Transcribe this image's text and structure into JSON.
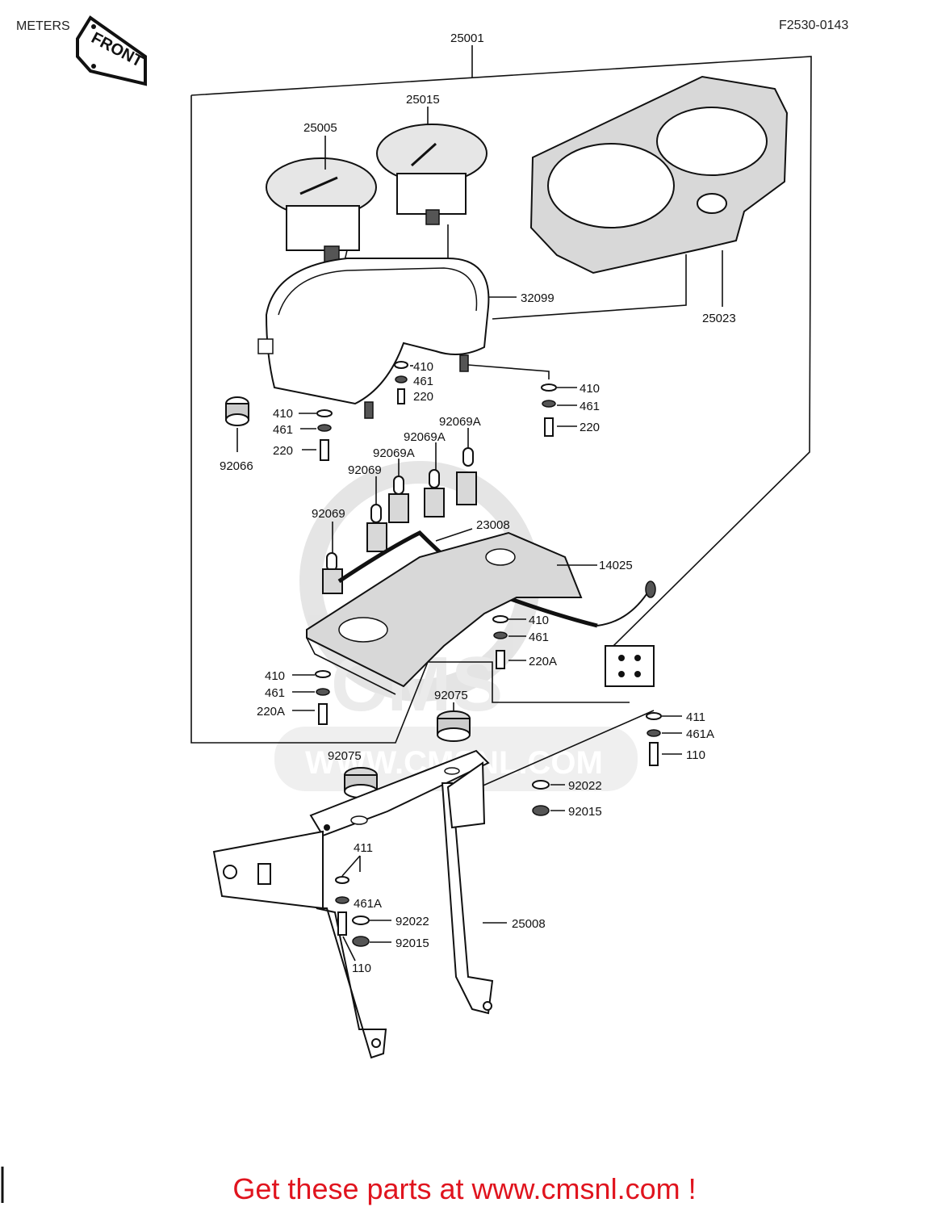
{
  "header": {
    "title": "METERS",
    "code": "F2530-0143"
  },
  "front_label": "FRONT",
  "parts": [
    "25001",
    "25015",
    "25005",
    "32099",
    "25023",
    "410",
    "461",
    "220",
    "410",
    "461",
    "220",
    "410",
    "461",
    "220",
    "92066",
    "92069A",
    "92069A",
    "92069A",
    "92069",
    "92069",
    "23008",
    "14025",
    "410",
    "461",
    "220A",
    "410",
    "461",
    "220A",
    "92075",
    "411",
    "461A",
    "110",
    "92075",
    "92022",
    "92015",
    "411",
    "461A",
    "92022",
    "92015",
    "110",
    "25008"
  ],
  "watermark": {
    "brand": "CMS",
    "site": "WWW.CMSNL.COM"
  },
  "footer": {
    "text": "Get these parts at www.cmsnl.com !"
  },
  "colors": {
    "footer": "#e0141e",
    "ink": "#111111",
    "watermark": "#d6d6d6"
  }
}
